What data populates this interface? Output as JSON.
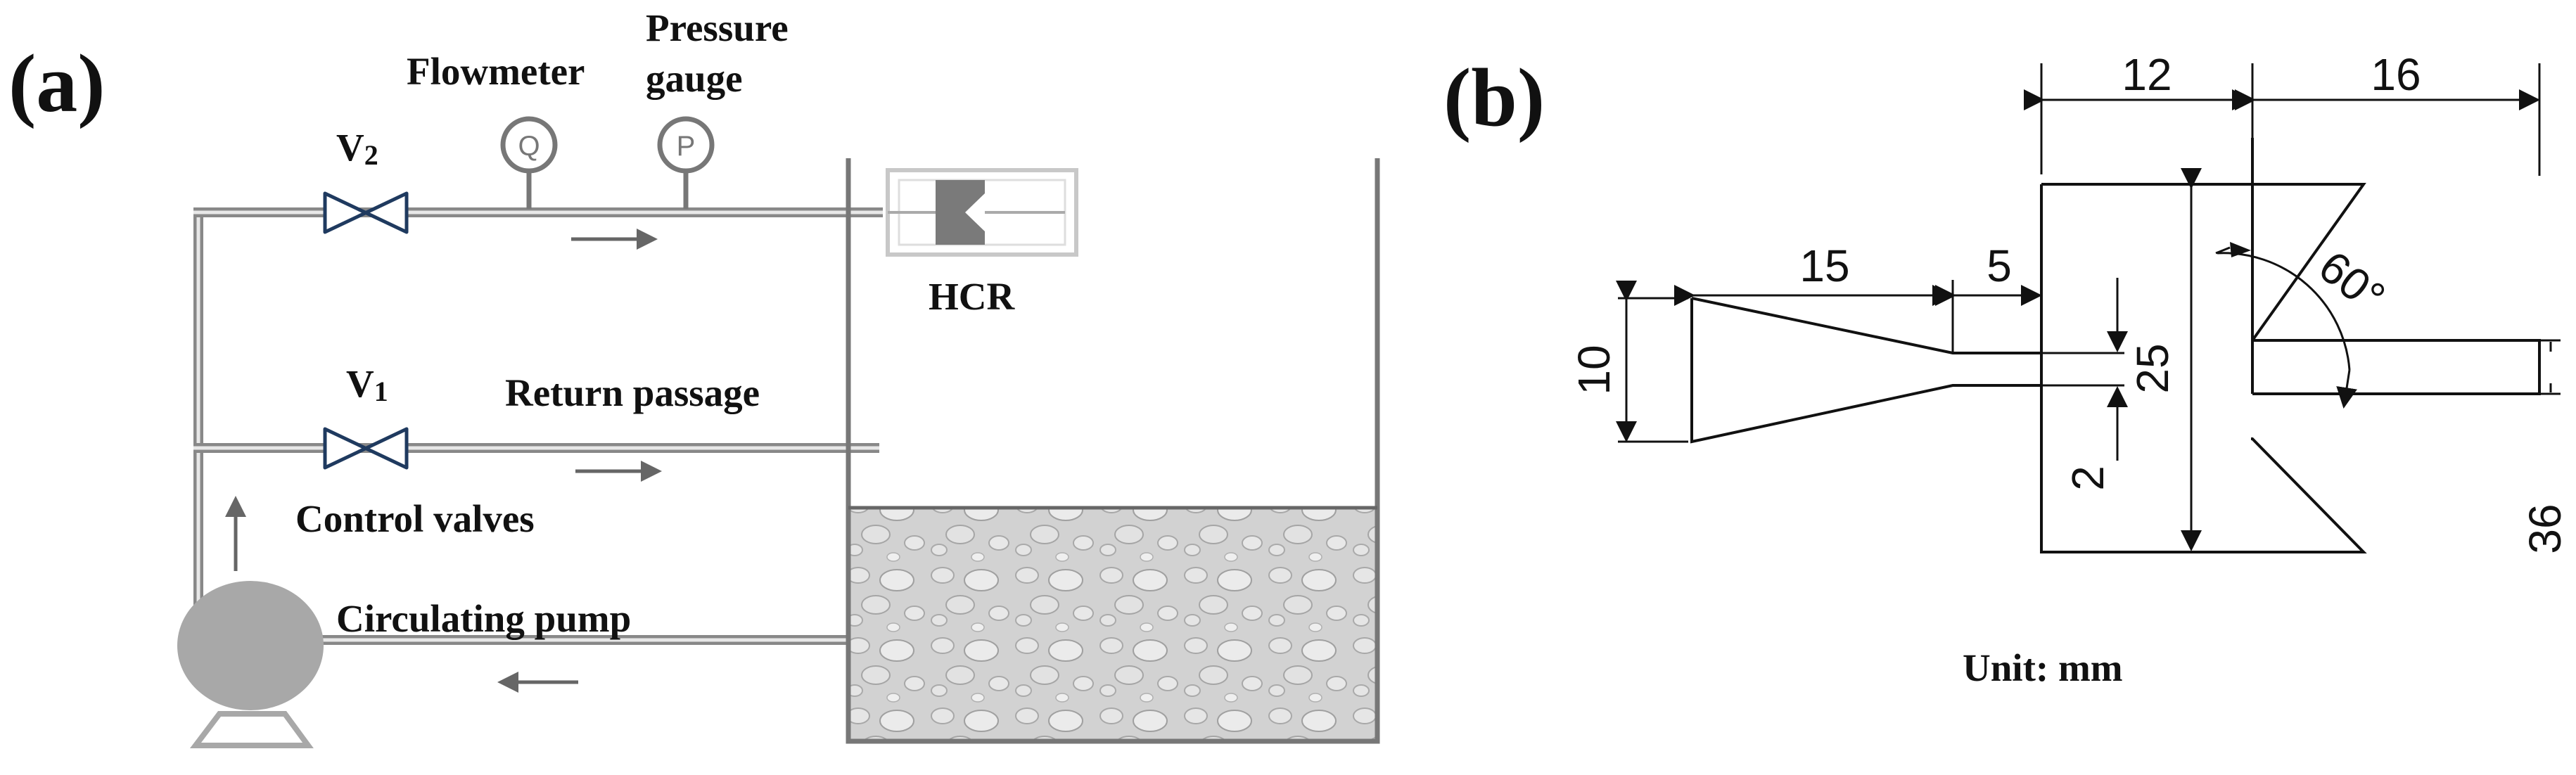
{
  "panel_a": {
    "label": "(a)",
    "v2_main": "V",
    "v2_sub": "2",
    "v1_main": "V",
    "v1_sub": "1",
    "flowmeter": "Flowmeter",
    "pressure_line1": "Pressure",
    "pressure_line2": "gauge",
    "flowmeter_symbol": "Q",
    "pressure_symbol": "P",
    "hcr": "HCR",
    "return_passage": "Return passage",
    "control_valves": "Control valves",
    "circulating_pump": "Circulating pump"
  },
  "panel_b": {
    "label": "(b)",
    "dims": {
      "d12": "12",
      "d16": "16",
      "d15": "15",
      "d5": "5",
      "d10": "10",
      "d25": "25",
      "d2": "2",
      "d36": "36",
      "angle": "60°"
    },
    "unit": "Unit: mm"
  },
  "colors": {
    "pipe": "#888888",
    "valve": "#1f3a5f",
    "hcr_body": "#7a7a7a",
    "pump": "#a8a8a8",
    "water": "#cfcfcf"
  }
}
